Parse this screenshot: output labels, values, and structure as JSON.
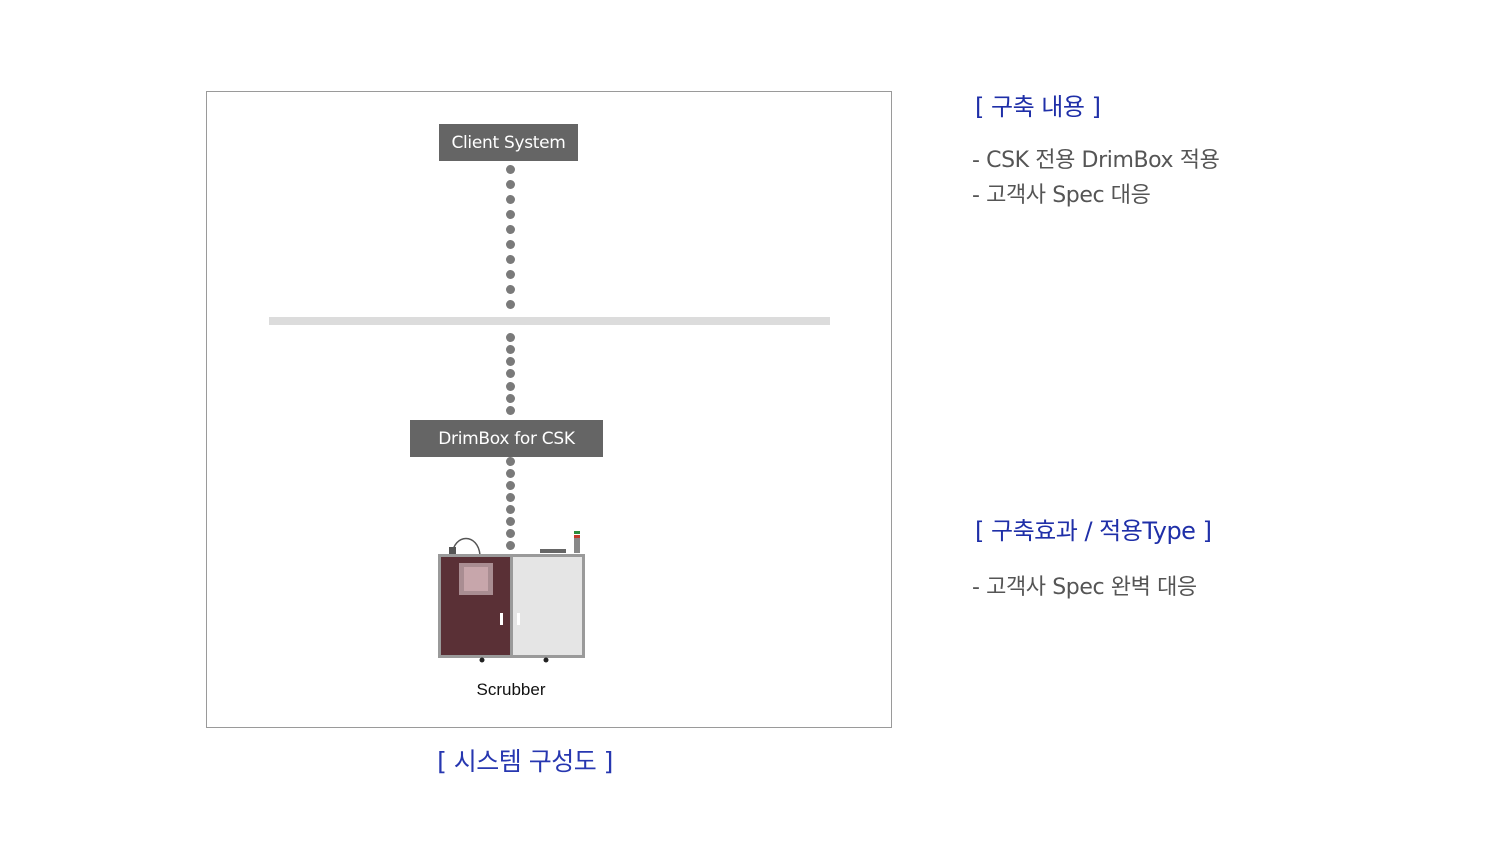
{
  "diagram": {
    "nodes": {
      "client": "Client System",
      "drimbox": "DrimBox for CSK",
      "scrubber": "Scrubber"
    },
    "caption": "[ 시스템 구성도 ]",
    "colors": {
      "node_box": "#656565",
      "connector": "#7a7a7a",
      "network_bar": "#dcdcdc",
      "scrubber_left": "#5a3036",
      "scrubber_right": "#e5e5e5",
      "caption": "#2737b0"
    }
  },
  "build": {
    "title": "[ 구축 내용 ]",
    "items": [
      "- CSK 전용 DrimBox 적용",
      "- 고객사 Spec 대응"
    ]
  },
  "effect": {
    "title": "[ 구축효과 / 적용Type ]",
    "items": [
      "- 고객사 Spec 완벽 대응"
    ]
  }
}
